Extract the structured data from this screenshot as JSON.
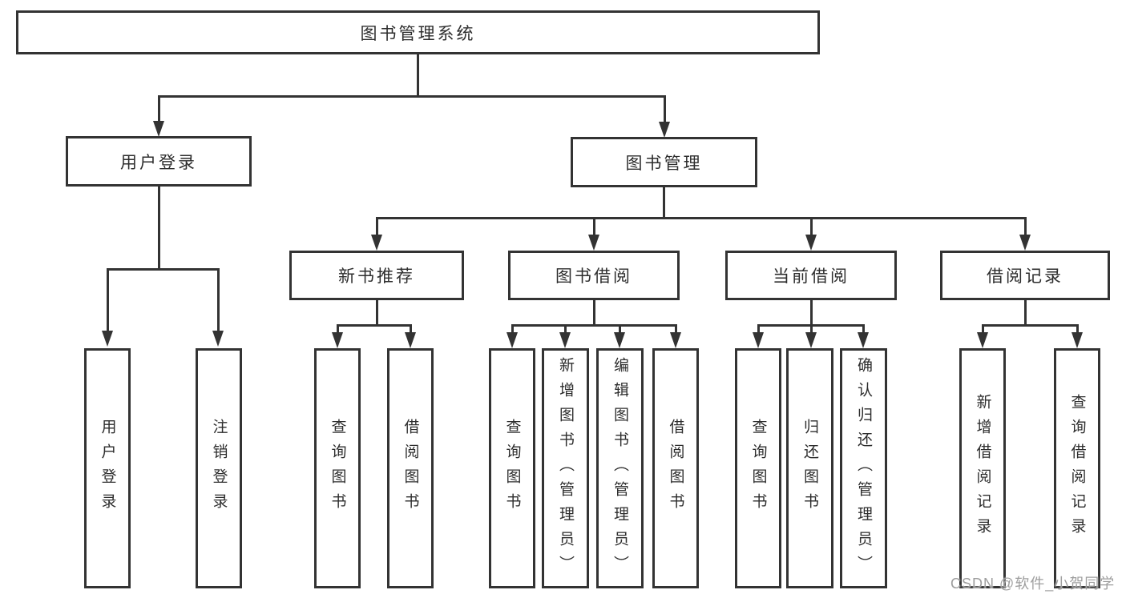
{
  "colors": {
    "line": "#333333",
    "text": "#2d2d2d",
    "background": "#ffffff",
    "watermark": "#9e9e9e"
  },
  "watermark": {
    "text": "CSDN @软件_小贺同学"
  },
  "nodes": {
    "root": {
      "label": "图书管理系统"
    },
    "user_login": {
      "label": "用户登录"
    },
    "book_management": {
      "label": "图书管理"
    },
    "new_book_recommend": {
      "label": "新书推荐"
    },
    "book_borrow": {
      "label": "图书借阅"
    },
    "current_borrow": {
      "label": "当前借阅"
    },
    "borrow_records": {
      "label": "借阅记录"
    },
    "leaves": [
      {
        "label": "用户登录"
      },
      {
        "label": "注销登录"
      },
      {
        "label": "查询图书"
      },
      {
        "label": "借阅图书"
      },
      {
        "label": "查询图书"
      },
      {
        "label": "新增图书（管理员）"
      },
      {
        "label": "编辑图书（管理员）"
      },
      {
        "label": "借阅图书"
      },
      {
        "label": "查询图书"
      },
      {
        "label": "归还图书"
      },
      {
        "label": "确认归还（管理员）"
      },
      {
        "label": "新增借阅记录"
      },
      {
        "label": "查询借阅记录"
      }
    ]
  }
}
